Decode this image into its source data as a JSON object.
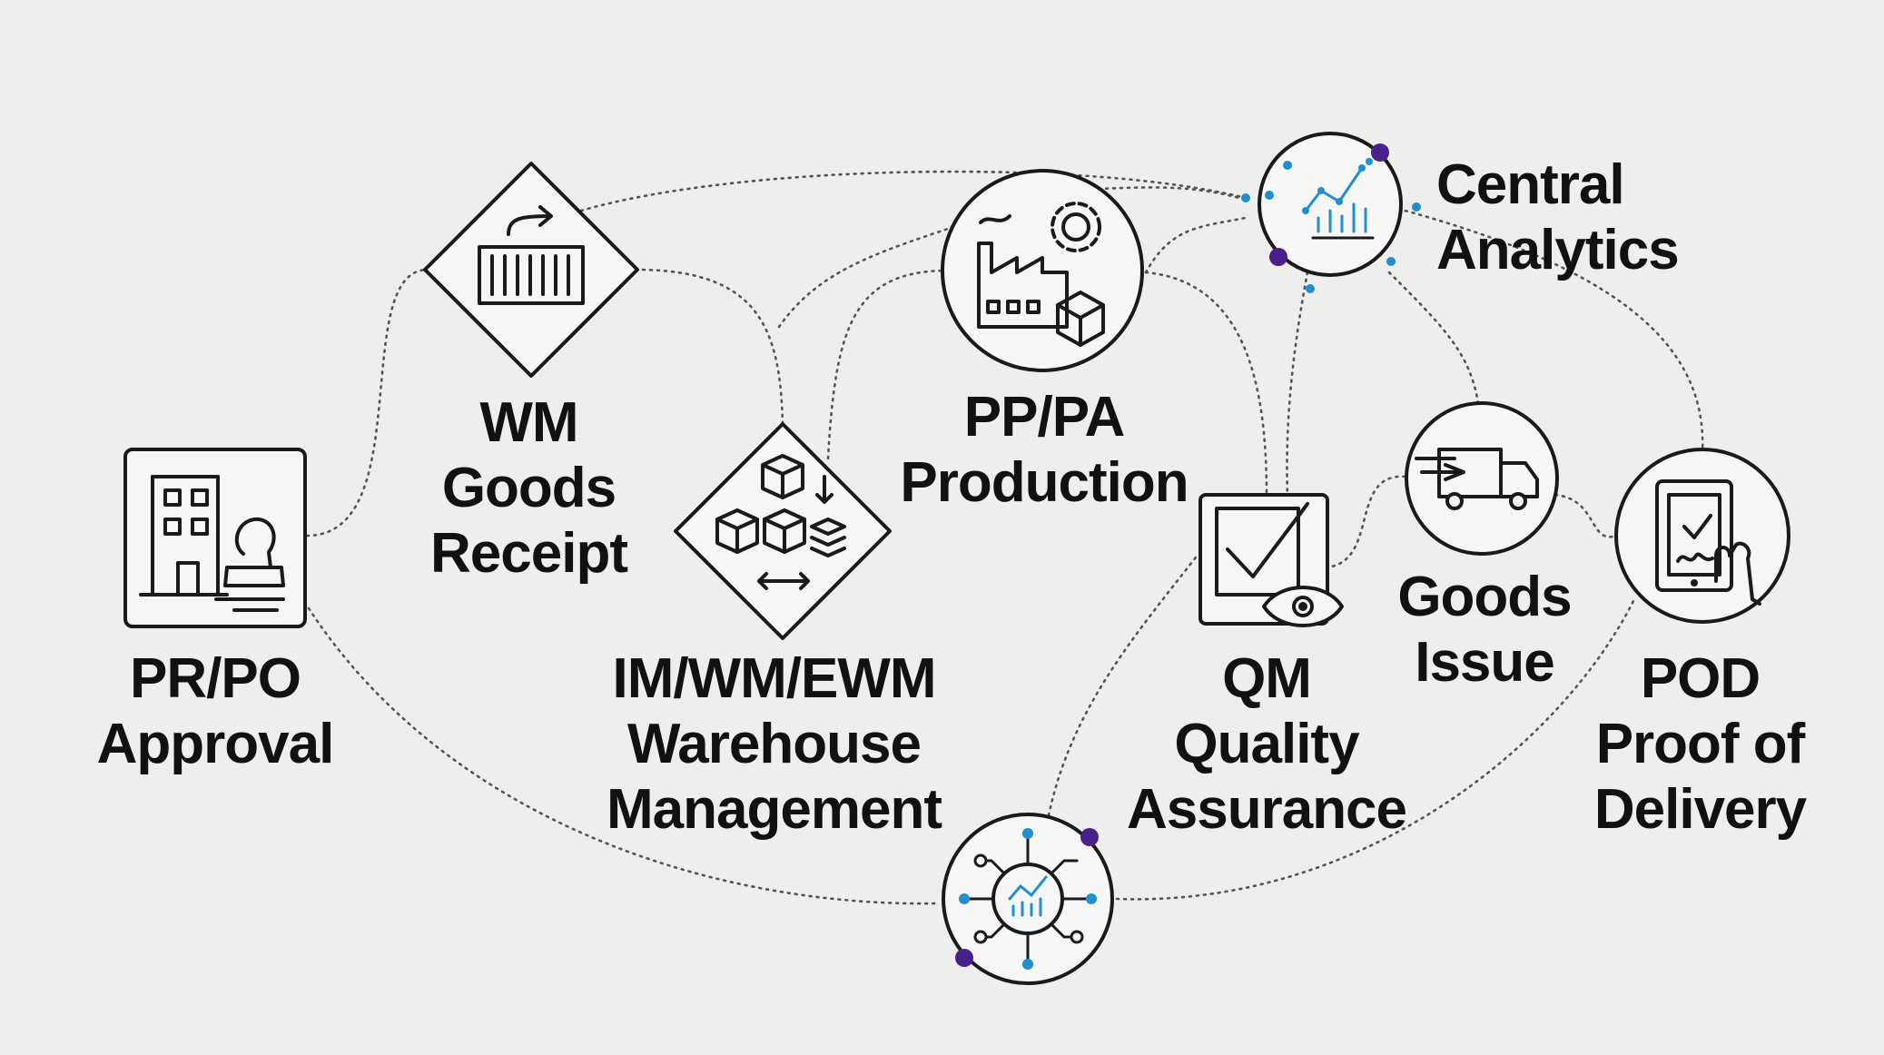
{
  "colors": {
    "background": "#eeeeee",
    "stroke": "#1a1a1a",
    "connector": "#555555",
    "accent_blue": "#1f8fd0",
    "accent_purple": "#4a1f8c"
  },
  "nodes": {
    "pr_po": {
      "icon": "building-stamp-icon",
      "lines": [
        "PR/PO",
        "Approval"
      ]
    },
    "wm_goods_receipt": {
      "icon": "container-arrow-icon",
      "lines": [
        "WM",
        "Goods",
        "Receipt"
      ]
    },
    "warehouse": {
      "icon": "boxes-icon",
      "lines": [
        "IM/WM/EWM",
        "Warehouse",
        "Management"
      ]
    },
    "production": {
      "icon": "factory-gear-icon",
      "lines": [
        "PP/PA",
        "Production"
      ]
    },
    "central_analytics": {
      "icon": "analytics-chart-icon",
      "lines": [
        "Central",
        "Analytics"
      ]
    },
    "quality": {
      "icon": "checkbox-eye-icon",
      "lines": [
        "QM",
        "Quality",
        "Assurance"
      ]
    },
    "goods_issue": {
      "icon": "delivery-truck-icon",
      "lines": [
        "Goods",
        "Issue"
      ]
    },
    "pod": {
      "icon": "tablet-signature-icon",
      "lines": [
        "POD",
        "Proof of",
        "Delivery"
      ]
    },
    "hub": {
      "icon": "data-hub-icon"
    }
  }
}
